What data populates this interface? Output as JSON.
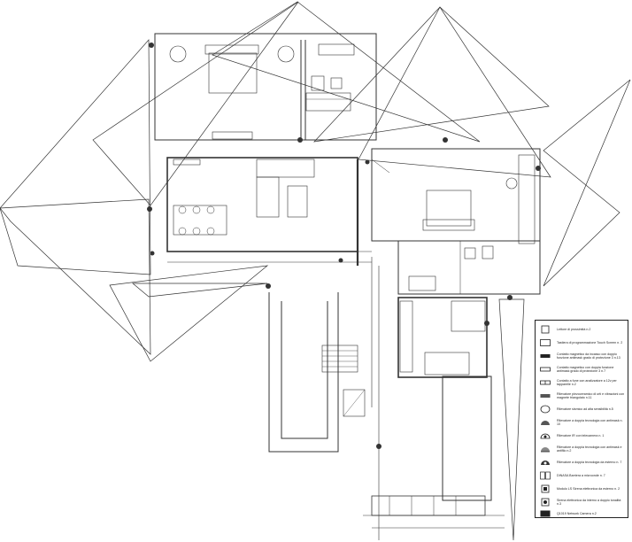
{
  "legend": {
    "items": [
      {
        "text": "Lettore di prossimità n.2",
        "icon": "proximity-reader-icon"
      },
      {
        "text": "Tastiera di programmazione Touch Screen n. 2",
        "icon": "touch-keypad-icon"
      },
      {
        "text": "Contatto magnetico da incasso con doppio funzione antimask grado di protezione 3 n.13",
        "icon": "magnetic-contact-icon"
      },
      {
        "text": "Contatto magnetico con doppia funzione antimask grado di protezione 3 n.7",
        "icon": "magnetic-contact-surface-icon"
      },
      {
        "text": "Contatto a fune con analizzatore a 12v per tapparelle n.2",
        "icon": "rope-contact-icon"
      },
      {
        "text": "Rilevatore piezoceramico di urti e vibrazioni con magnete triangolato n.11",
        "icon": "vibration-detector-icon"
      },
      {
        "text": "Rilevatore sismico ad alta sensibilità n.5",
        "icon": "seismic-detector-icon"
      },
      {
        "text": "Rilevatore a doppia tecnologia con antimask n. 10",
        "icon": "dual-tech-detector-icon"
      },
      {
        "text": "Rilevatore IR con telecamera n. 1",
        "icon": "ir-camera-detector-icon"
      },
      {
        "text": "Rilevatore a doppia tecnologia con antimask e antifilo n.2",
        "icon": "dual-tech-antifilo-icon"
      },
      {
        "text": "Rilevatore a doppia tecnologia da esterno n. 7",
        "icon": "outdoor-detector-icon"
      },
      {
        "text": "DINASA Barriera a microonde n. 7",
        "icon": "microwave-barrier-icon"
      },
      {
        "text": "Modulo LS Sirena elettronica da esterno n. 2",
        "icon": "outdoor-siren-icon"
      },
      {
        "text": "Sirena elettronica da interno a doppio tonalità n.3",
        "icon": "indoor-siren-icon"
      },
      {
        "text": "Q1019 Network Camera n.2",
        "icon": "network-camera-icon"
      }
    ]
  }
}
